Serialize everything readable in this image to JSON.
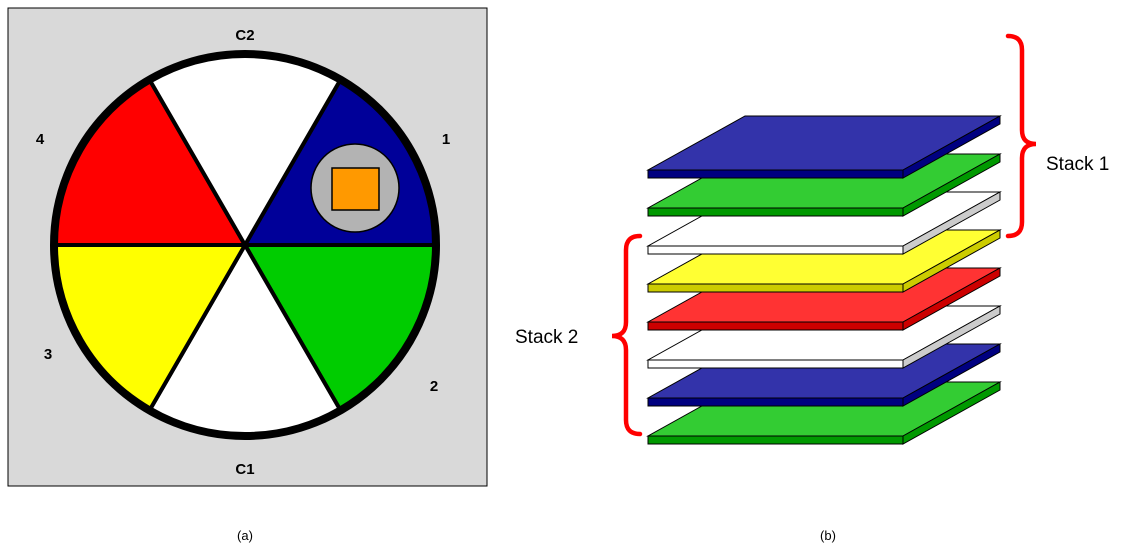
{
  "panel_a": {
    "caption": "(a)",
    "background_color": "#d9d9d9",
    "labels": {
      "top": "C2",
      "bottom": "C1",
      "sector_1": "1",
      "sector_2": "2",
      "sector_3": "3",
      "sector_4": "4"
    },
    "sectors": [
      {
        "name": "sector-1",
        "color": "#000099"
      },
      {
        "name": "sector-2",
        "color": "#00cc00"
      },
      {
        "name": "sector-bottom",
        "color": "#ffffff"
      },
      {
        "name": "sector-3",
        "color": "#ffff00"
      },
      {
        "name": "sector-4",
        "color": "#ff0000"
      },
      {
        "name": "sector-top",
        "color": "#ffffff"
      }
    ],
    "marker": {
      "outer_color": "#b3b3b3",
      "inner_color": "#ff9900"
    }
  },
  "panel_b": {
    "caption": "(b)",
    "stack1_label": "Stack 1",
    "stack2_label": "Stack 2",
    "brace_color": "#ff0000",
    "layers": [
      {
        "name": "layer-1-blue",
        "top": "#3333aa",
        "front": "#000080",
        "side": "#000080"
      },
      {
        "name": "layer-2-green",
        "top": "#33cc33",
        "front": "#009900",
        "side": "#009900"
      },
      {
        "name": "layer-3-white",
        "top": "#ffffff",
        "front": "#ffffff",
        "side": "#cccccc"
      },
      {
        "name": "layer-4-yellow",
        "top": "#ffff33",
        "front": "#cccc00",
        "side": "#cccc00"
      },
      {
        "name": "layer-5-red",
        "top": "#ff3333",
        "front": "#cc0000",
        "side": "#cc0000"
      },
      {
        "name": "layer-6-white",
        "top": "#ffffff",
        "front": "#ffffff",
        "side": "#cccccc"
      },
      {
        "name": "layer-7-blue",
        "top": "#3333aa",
        "front": "#000080",
        "side": "#000080"
      },
      {
        "name": "layer-8-green",
        "top": "#33cc33",
        "front": "#009900",
        "side": "#009900"
      }
    ]
  }
}
